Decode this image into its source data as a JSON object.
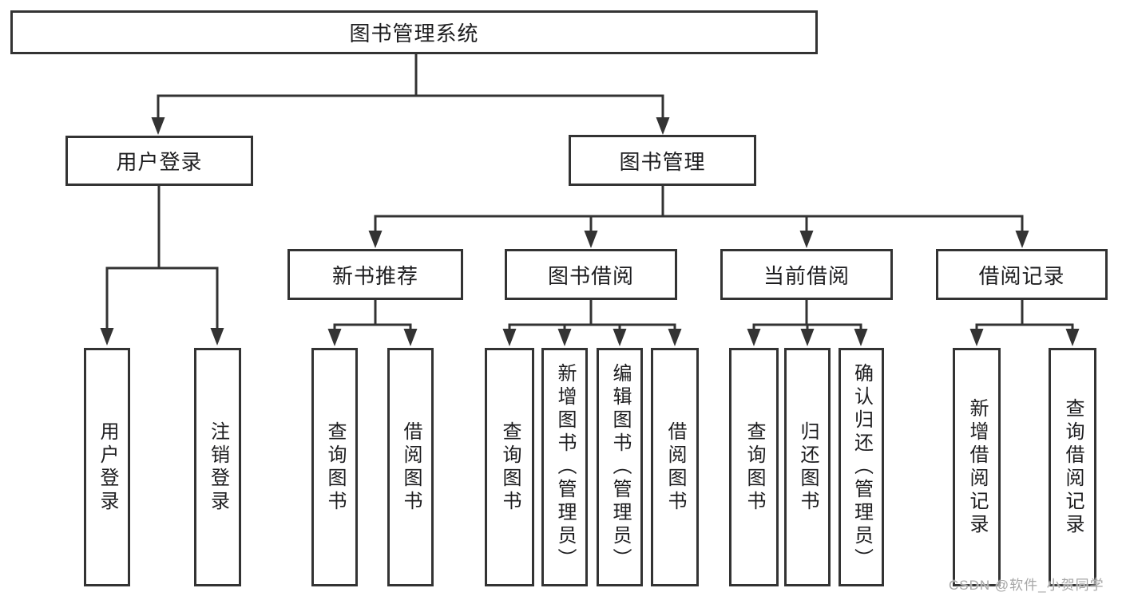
{
  "diagram": {
    "root_label": "图书管理系统",
    "branches": [
      {
        "label": "用户登录",
        "children": [
          "用户登录",
          "注销登录"
        ]
      },
      {
        "label": "图书管理",
        "groups": [
          {
            "label": "新书推荐",
            "children": [
              "查询图书",
              "借阅图书"
            ]
          },
          {
            "label": "图书借阅",
            "children": [
              "查询图书",
              "新增图书（管理员）",
              "编辑图书（管理员）",
              "借阅图书"
            ]
          },
          {
            "label": "当前借阅",
            "children": [
              "查询图书",
              "归还图书",
              "确认归还（管理员）"
            ]
          },
          {
            "label": "借阅记录",
            "children": [
              "新增借阅记录",
              "查询借阅记录"
            ]
          }
        ]
      }
    ]
  },
  "watermark": {
    "text": "CSDN @软件_小贺同学"
  },
  "colors": {
    "line": "#333333",
    "box_border": "#333333",
    "text": "#1d1d1f",
    "watermark": "#a6a6a6",
    "background": "#ffffff"
  }
}
